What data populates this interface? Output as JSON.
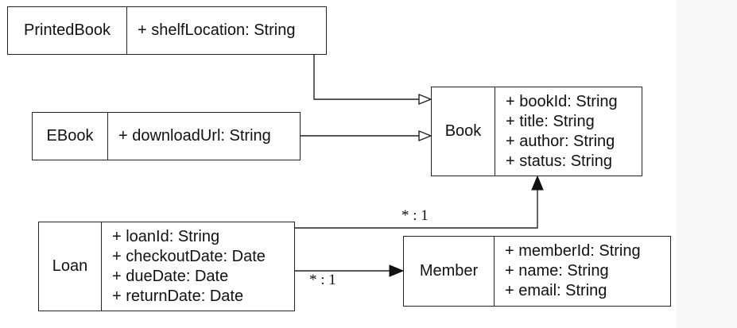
{
  "classes": {
    "printed_book": {
      "name": "PrintedBook",
      "attributes": [
        "+ shelfLocation: String"
      ]
    },
    "ebook": {
      "name": "EBook",
      "attributes": [
        "+ downloadUrl: String"
      ]
    },
    "book": {
      "name": "Book",
      "attributes": [
        "+ bookId: String",
        "+ title: String",
        "+ author: String",
        "+ status: String"
      ]
    },
    "loan": {
      "name": "Loan",
      "attributes": [
        "+ loanId: String",
        "+ checkoutDate: Date",
        "+ dueDate: Date",
        "+ returnDate: Date"
      ]
    },
    "member": {
      "name": "Member",
      "attributes": [
        "+ memberId: String",
        "+ name: String",
        "+ email: String"
      ]
    }
  },
  "relationships": [
    {
      "type": "inheritance",
      "from": "PrintedBook",
      "to": "Book"
    },
    {
      "type": "inheritance",
      "from": "EBook",
      "to": "Book"
    },
    {
      "type": "association",
      "from": "Loan",
      "to": "Book",
      "multiplicity": "* : 1"
    },
    {
      "type": "association",
      "from": "Loan",
      "to": "Member",
      "multiplicity": "* : 1"
    }
  ]
}
